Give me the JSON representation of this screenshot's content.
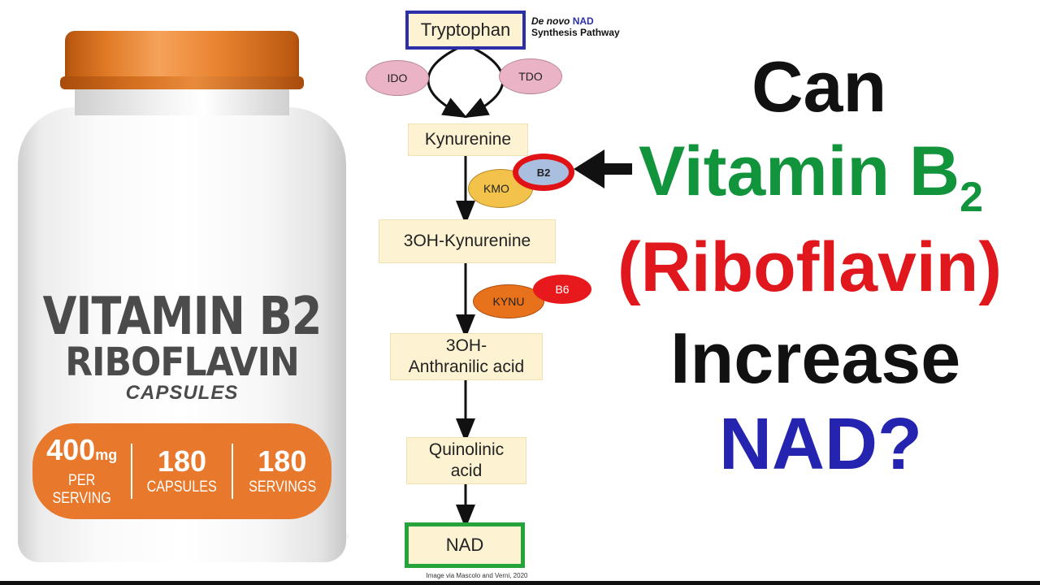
{
  "bottle": {
    "title": "VITAMIN B2",
    "subtitle": "RIBOFLAVIN",
    "form": "CAPSULES",
    "stats": [
      {
        "value": "400",
        "unit": "mg",
        "label": "PER SERVING"
      },
      {
        "value": "180",
        "unit": "",
        "label": "CAPSULES"
      },
      {
        "value": "180",
        "unit": "",
        "label": "SERVINGS"
      }
    ]
  },
  "pathway": {
    "title_prefix": "De novo",
    "title_nad": "NAD",
    "title_suffix": "Synthesis Pathway",
    "nodes": {
      "tryptophan": "Tryptophan",
      "kynurenine": "Kynurenine",
      "oh_kynurenine": "3OH-Kynurenine",
      "anthranilic": "3OH-\nAnthranilic acid",
      "quinolinic": "Quinolinic\nacid",
      "nad": "NAD"
    },
    "enzymes": {
      "ido": "IDO",
      "tdo": "TDO",
      "kmo": "KMO",
      "b2": "B2",
      "kynu": "KYNU",
      "b6": "B6"
    },
    "caption": "Image via Mascolo and Verni, 2020"
  },
  "headline": {
    "line1": "Can",
    "line2": "Vitamin B",
    "line2_sub": "2",
    "line3": "(Riboflavin)",
    "line4": "Increase",
    "line5": "NAD?"
  },
  "colors": {
    "orange_accent": "#e8782b",
    "nad_blue": "#2424b0",
    "vitamin_green": "#12943c",
    "riboflavin_red": "#e0171c",
    "node_fill": "#fdf3d3",
    "tryptophan_border": "#2b2fa8",
    "nad_border": "#26a33b"
  }
}
